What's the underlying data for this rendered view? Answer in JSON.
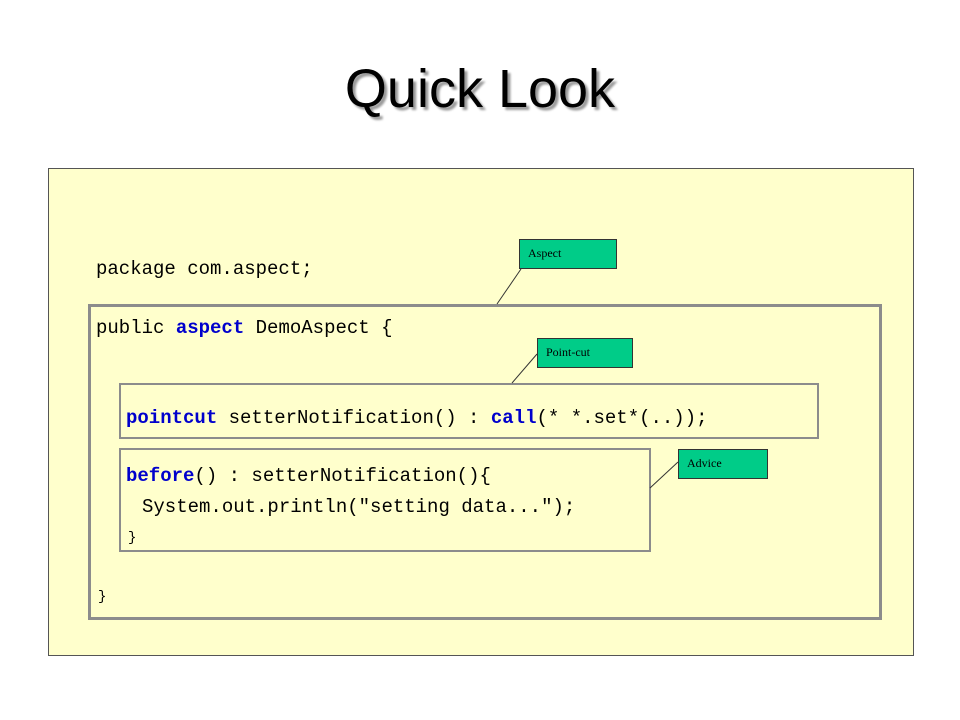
{
  "title": "Quick Look",
  "code": {
    "package_line": "package com.aspect;",
    "aspect_pre": "public ",
    "aspect_kw": "aspect",
    "aspect_post": " DemoAspect {",
    "pointcut_kw": "pointcut",
    "pointcut_mid": " setterNotification() : ",
    "call_kw": "call",
    "pointcut_post": "(* *.set*(..));",
    "before_kw": "before",
    "before_post": "() : setterNotification(){",
    "println_line": "System.out.println(\"setting data...\");",
    "inner_close": "}",
    "outer_close": "}"
  },
  "callouts": {
    "aspect": "Aspect",
    "pointcut": "Point-cut",
    "advice": "Advice"
  },
  "colors": {
    "panel_bg": "#ffffcc",
    "keyword": "#0000cc",
    "callout_bg": "#00cc88"
  }
}
